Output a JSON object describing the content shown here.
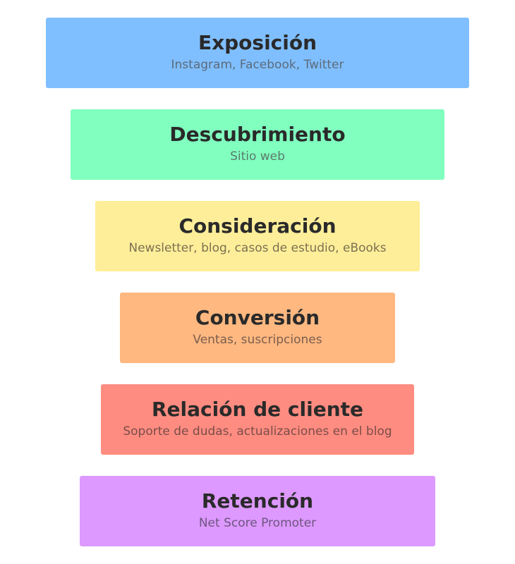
{
  "stages": [
    {
      "title": "Exposición",
      "subtitle": "Instagram, Facebook, Twitter",
      "color": "#80bfff",
      "text_color": "#5c6b7a"
    },
    {
      "title": "Descubrimiento",
      "subtitle": "Sitio web",
      "color": "#80ffbf",
      "text_color": "#5c7a6b"
    },
    {
      "title": "Consideración",
      "subtitle": "Newsletter, blog, casos de estudio, eBooks",
      "color": "#ffee99",
      "text_color": "#7a7152"
    },
    {
      "title": "Conversión",
      "subtitle": "Ventas, suscripciones",
      "color": "#ffb880",
      "text_color": "#7a5e4d"
    },
    {
      "title": "Relación de cliente",
      "subtitle": "Soporte de dudas, actualizaciones en el blog",
      "color": "#ff8c80",
      "text_color": "#7a4d4a"
    },
    {
      "title": "Retención",
      "subtitle": "Net Score Promoter",
      "color": "#dd99ff",
      "text_color": "#6e5580"
    }
  ]
}
